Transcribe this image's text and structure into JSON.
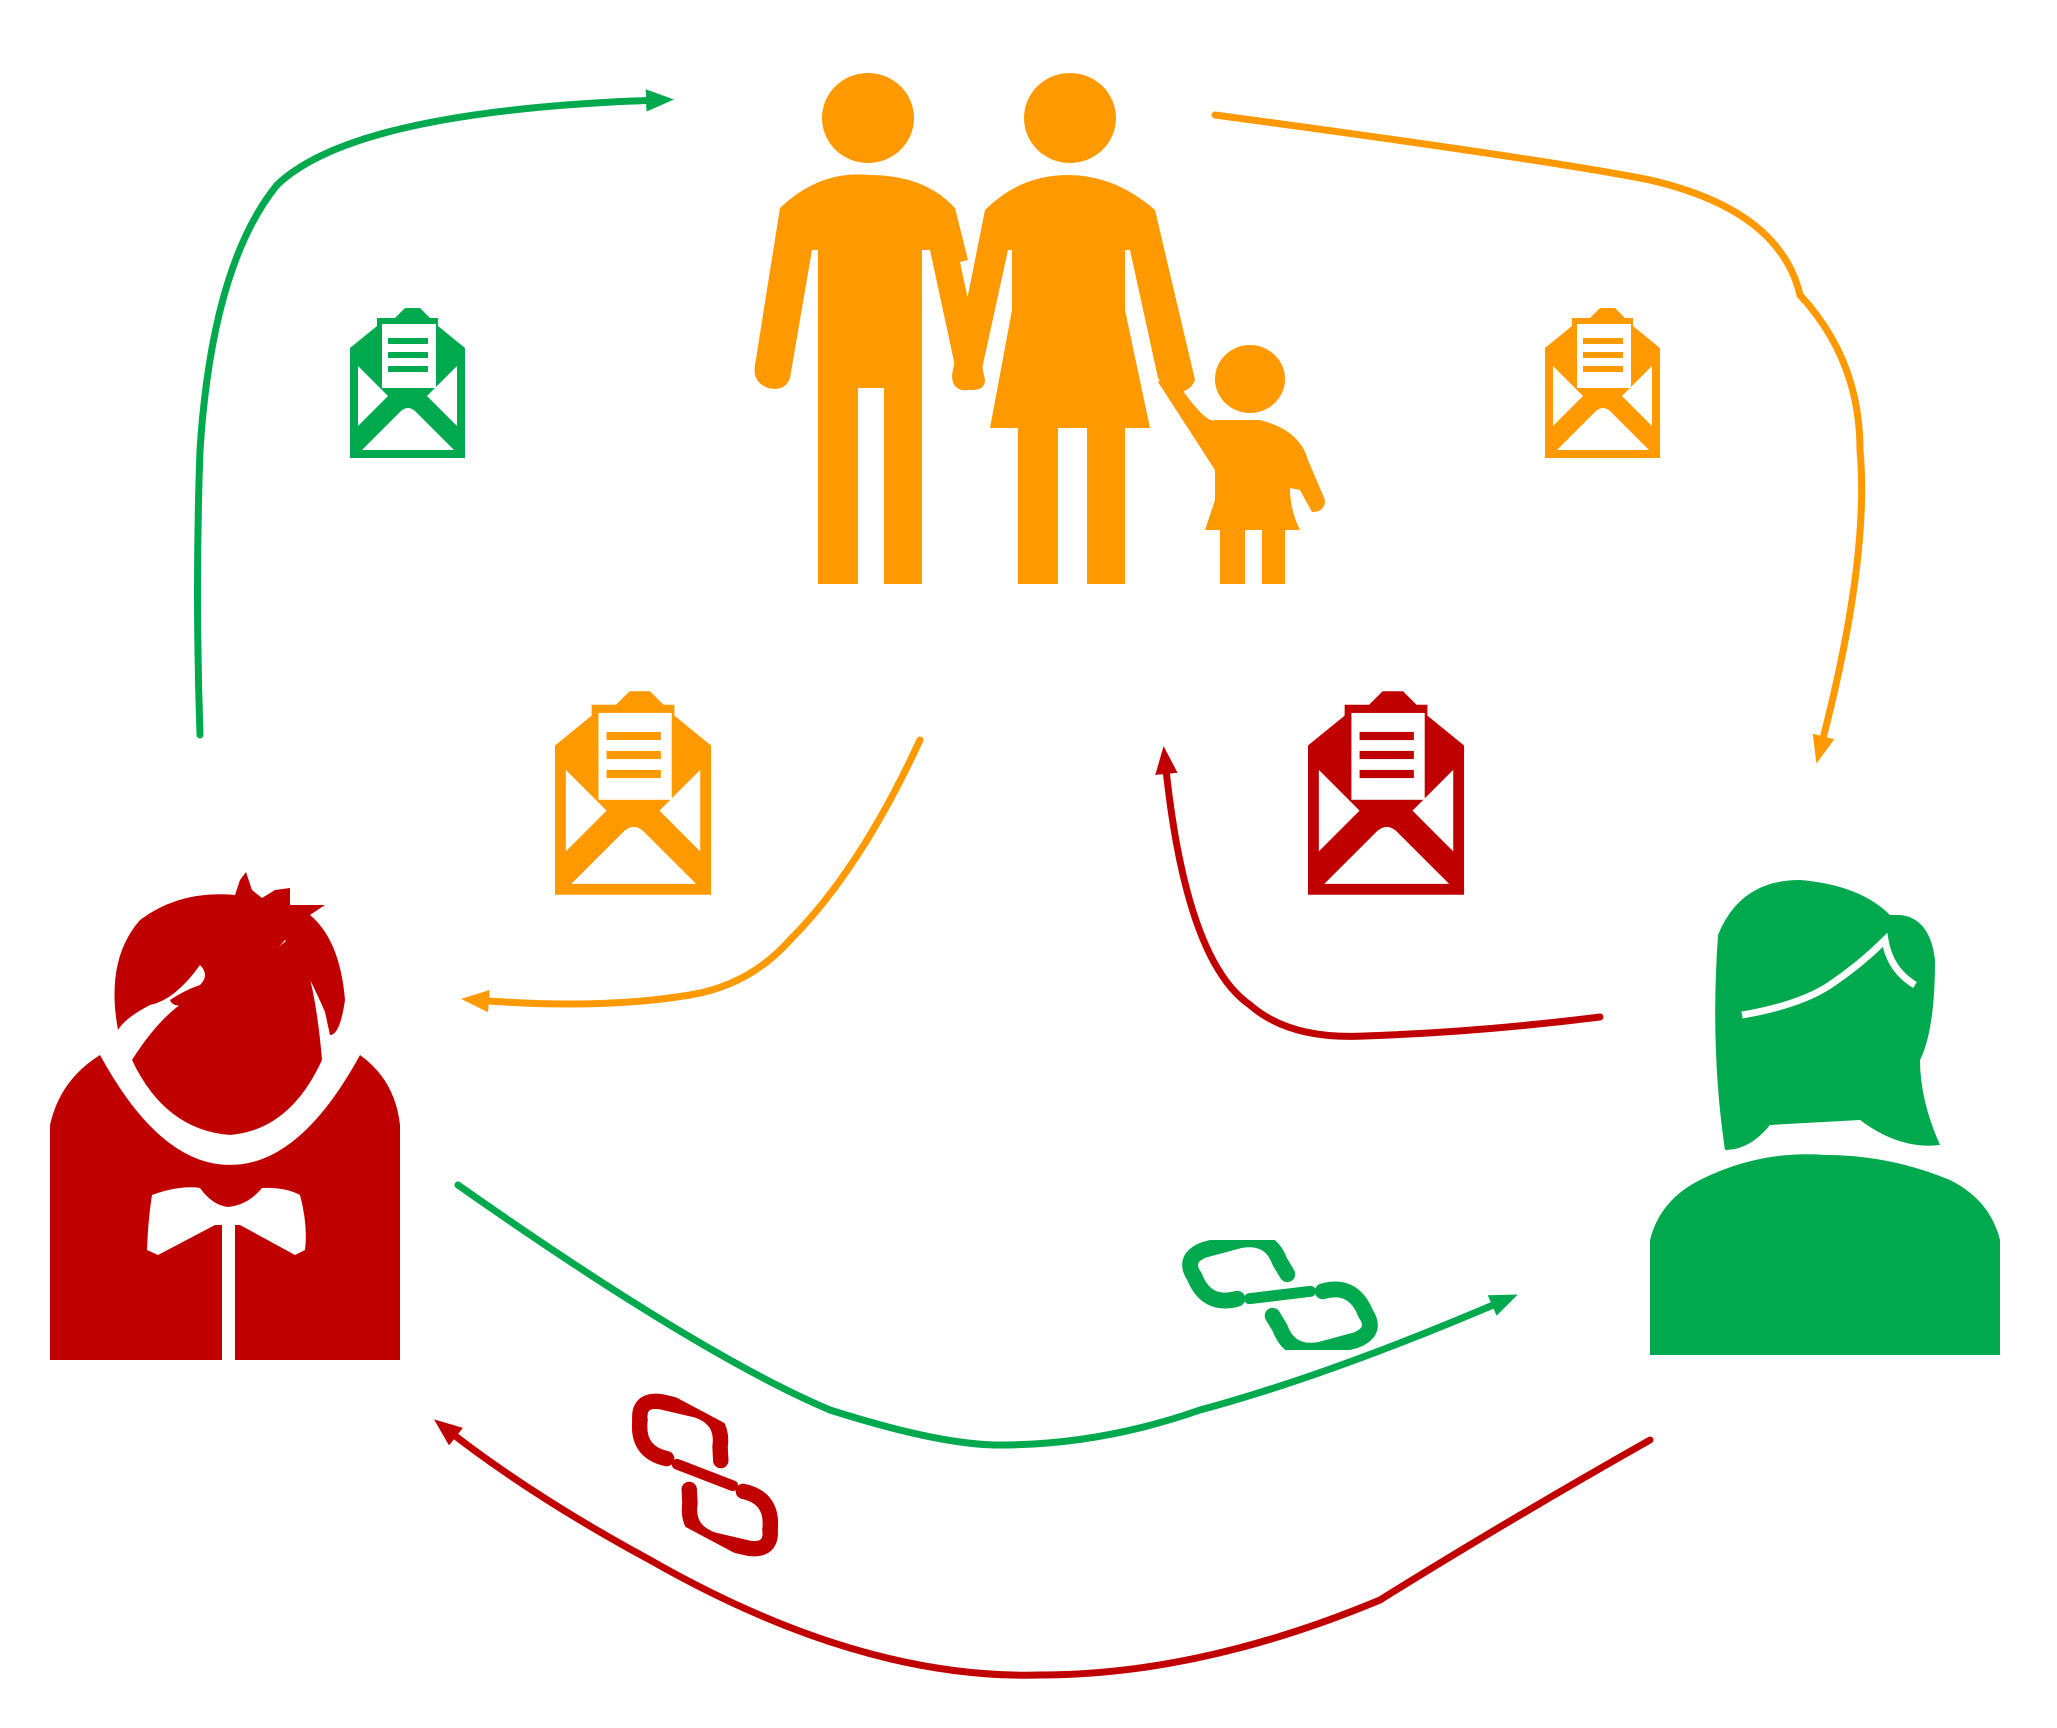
{
  "colors": {
    "green": "#00a84e",
    "orange": "#ff9900",
    "red": "#c00000",
    "white": "#ffffff"
  },
  "nodes": [
    {
      "id": "family",
      "icon": "family-icon",
      "color": "orange"
    },
    {
      "id": "man",
      "icon": "man-avatar-icon",
      "color": "red"
    },
    {
      "id": "woman",
      "icon": "woman-avatar-icon",
      "color": "green"
    }
  ],
  "flows": [
    {
      "id": "man-to-family",
      "from": "man",
      "to": "family",
      "color": "green",
      "icon": "open-envelope-letter-icon"
    },
    {
      "id": "family-to-woman",
      "from": "family",
      "to": "woman",
      "color": "orange",
      "icon": "open-envelope-letter-icon"
    },
    {
      "id": "family-to-man",
      "from": "family",
      "to": "man",
      "color": "orange",
      "icon": "open-envelope-letter-icon"
    },
    {
      "id": "woman-to-family",
      "from": "woman",
      "to": "family",
      "color": "red",
      "icon": "open-envelope-letter-icon"
    },
    {
      "id": "man-to-woman",
      "from": "man",
      "to": "woman",
      "color": "green",
      "icon": "chain-link-icon"
    },
    {
      "id": "woman-to-man",
      "from": "woman",
      "to": "man",
      "color": "red",
      "icon": "chain-link-icon"
    }
  ]
}
